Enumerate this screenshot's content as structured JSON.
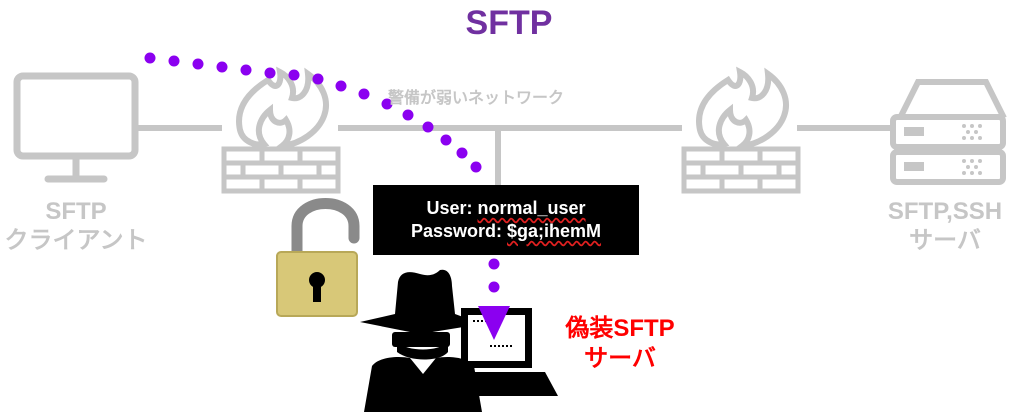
{
  "title": "SFTP",
  "network_label": "警備が弱いネットワーク",
  "client": {
    "line1": "SFTP",
    "line2": "クライアント"
  },
  "server": {
    "line1": "SFTP,SSH",
    "line2": "サーバ"
  },
  "credentials": {
    "user_prefix": "User: ",
    "user_value": "normal_user",
    "password_prefix": "Password: ",
    "password_value": "$ga;ihemM"
  },
  "fake_server": {
    "line1": "偽装SFTP",
    "line2": "サーバ"
  },
  "colors": {
    "title": "#7030a0",
    "dots": "#8b00f0",
    "gray": "#c6c6c6",
    "warning": "#ff0000",
    "lock_body": "#d8c878",
    "lock_shackle": "#8a8a8a"
  },
  "icons": [
    "monitor-icon",
    "firewall-icon",
    "server-icon",
    "padlock-icon",
    "spy-icon",
    "laptop-icon"
  ]
}
